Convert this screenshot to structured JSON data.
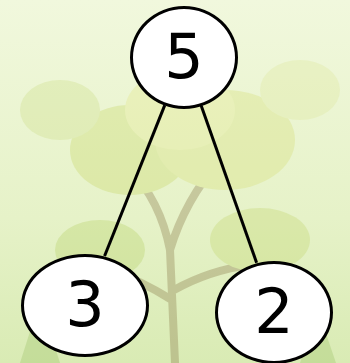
{
  "diagram": {
    "nodes": [
      {
        "text": [
          "5"
        ]
      },
      {
        "text": [
          "3"
        ]
      },
      {
        "text": [
          "2"
        ]
      }
    ],
    "edges": [
      {
        "from": 0,
        "to": 1,
        "arrow": "none"
      },
      {
        "from": 0,
        "to": 2,
        "arrow": "none"
      }
    ]
  }
}
